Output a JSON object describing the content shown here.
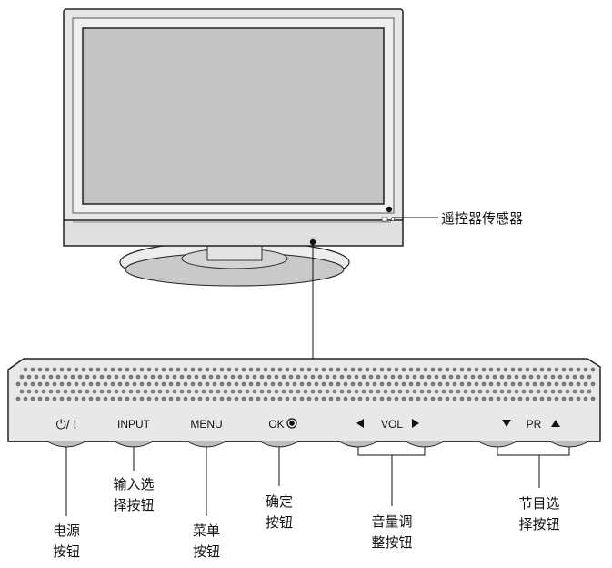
{
  "panel_labels": {
    "power": "⏻/ I",
    "input": "INPUT",
    "menu": "MENU",
    "ok": "OK",
    "vol": "VOL",
    "pr": "PR"
  },
  "callouts": {
    "remote_sensor": "遥控器传感器",
    "power_line1": "电源",
    "power_line2": "按钮",
    "input_line1": "输入选",
    "input_line2": "择按钮",
    "menu_line1": "菜单",
    "menu_line2": "按钮",
    "ok_line1": "确定",
    "ok_line2": "按钮",
    "vol_line1": "音量调",
    "vol_line2": "整按钮",
    "pr_line1": "节目选",
    "pr_line2": "择按钮"
  },
  "icons": {
    "power": "power-icon",
    "ok": "ok-dot-icon",
    "vol_down": "triangle-left-icon",
    "vol_up": "triangle-right-icon",
    "pr_down": "triangle-down-icon",
    "pr_up": "triangle-up-icon"
  }
}
